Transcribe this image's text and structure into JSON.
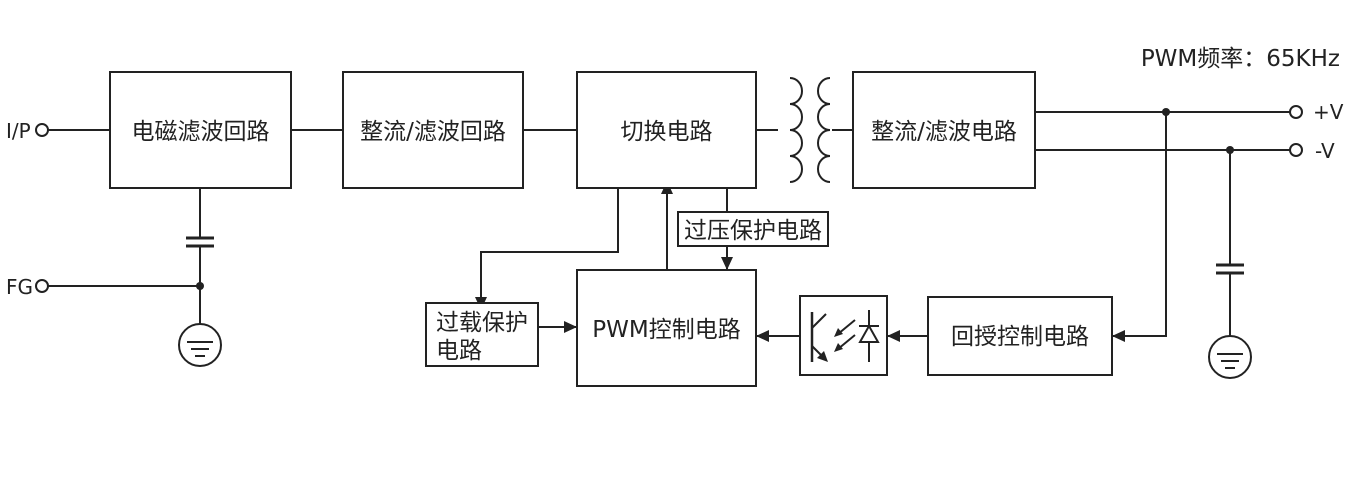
{
  "header": {
    "pwm_freq": "PWM频率：65KHz"
  },
  "terminals": {
    "input": "I/P",
    "frame_ground": "FG",
    "positive": "+V",
    "negative": "-V"
  },
  "blocks": {
    "emi_filter": "电磁滤波回路",
    "rectifier_filter": "整流/滤波回路",
    "switching": "切换电路",
    "output_rectifier": "整流/滤波电路",
    "pwm_control": "PWM控制电路",
    "feedback_control": "回授控制电路",
    "overvoltage_protection": "过压保护电路",
    "overload_protection_line1": "过载保护",
    "overload_protection_line2": "电路"
  },
  "colors": {
    "line": "#222222",
    "background": "#ffffff"
  }
}
